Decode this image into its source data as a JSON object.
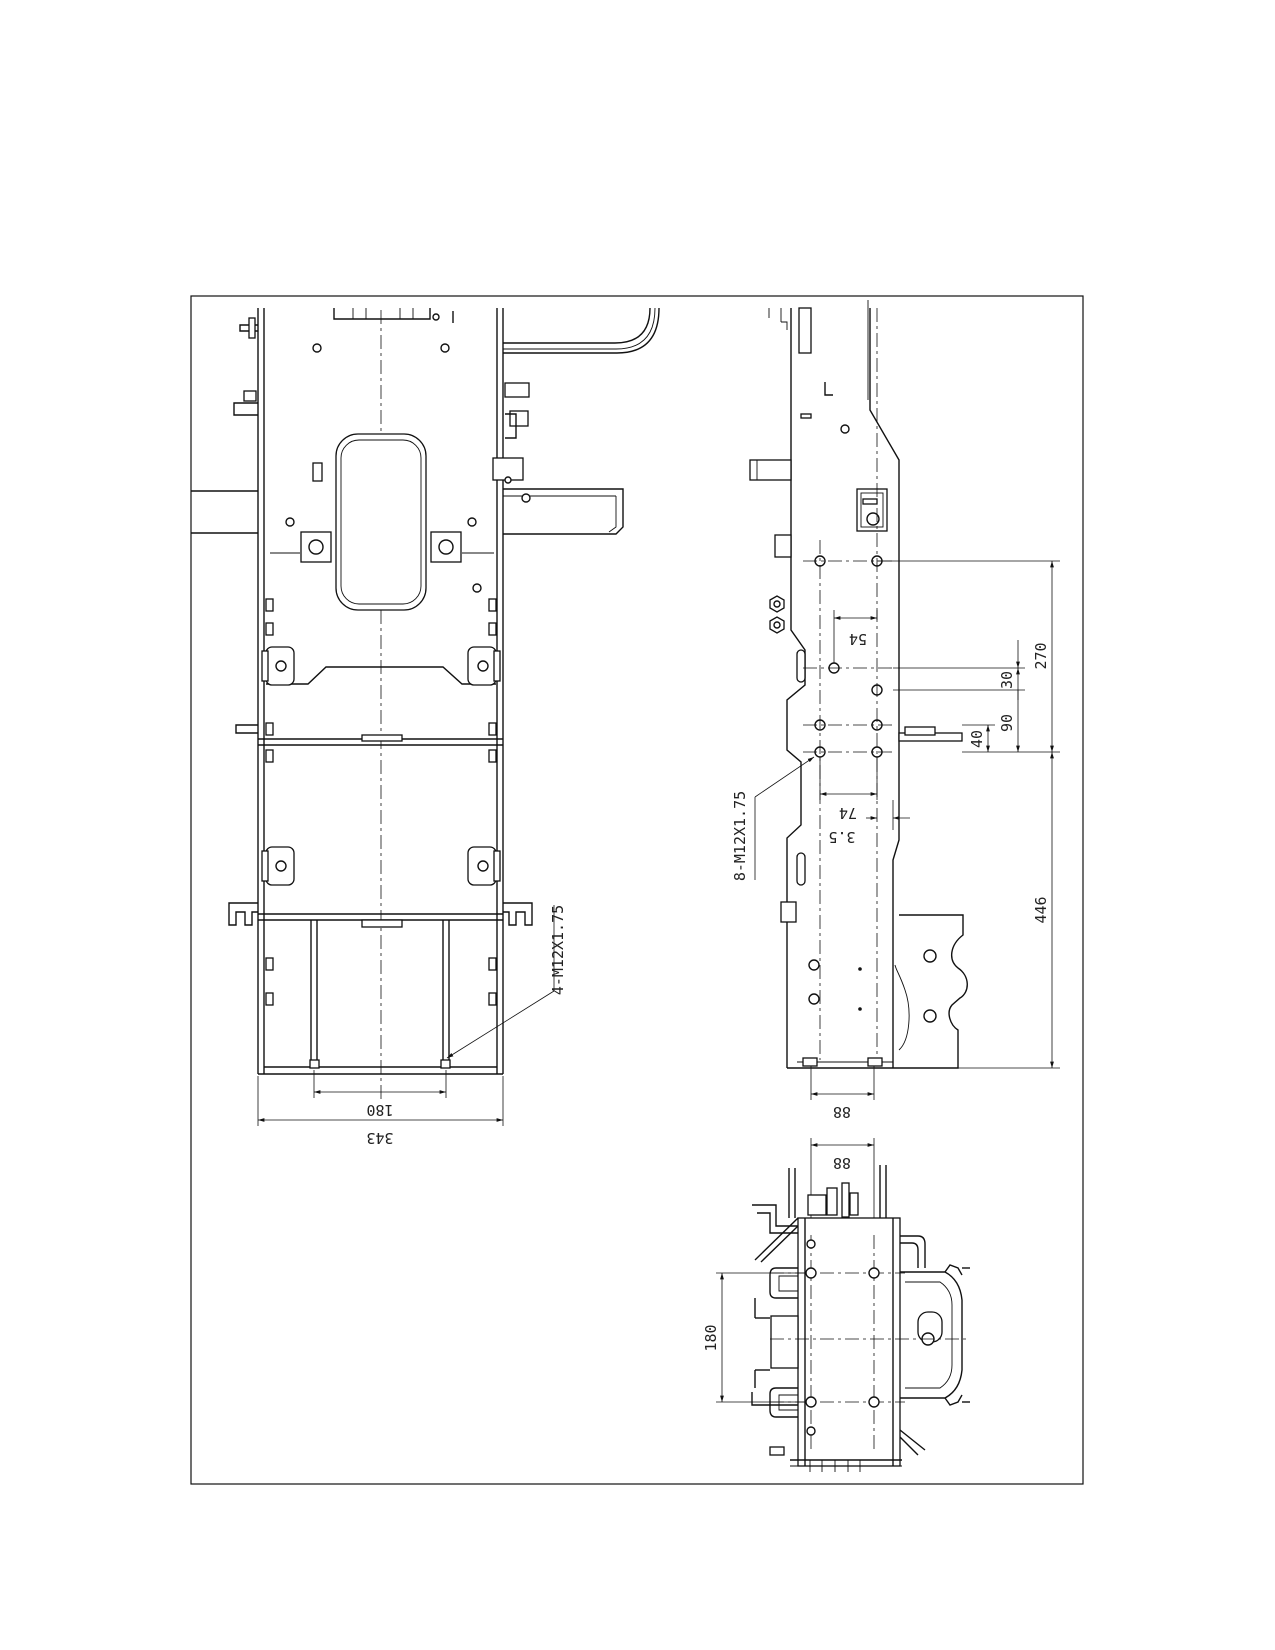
{
  "drawing": {
    "plan_view": {
      "thread_callout": "4-M12X1.75",
      "dim_hole_spacing": "180",
      "dim_overall_width": "343"
    },
    "side_view": {
      "thread_callout": "8-M12X1.75",
      "dim_54": "54",
      "dim_74": "74",
      "dim_3_5": "3.5",
      "dim_30": "30",
      "dim_90": "90",
      "dim_40": "40",
      "dim_270": "270",
      "dim_446": "446",
      "dim_88": "88"
    },
    "end_view": {
      "dim_88": "88",
      "dim_180": "180"
    }
  }
}
